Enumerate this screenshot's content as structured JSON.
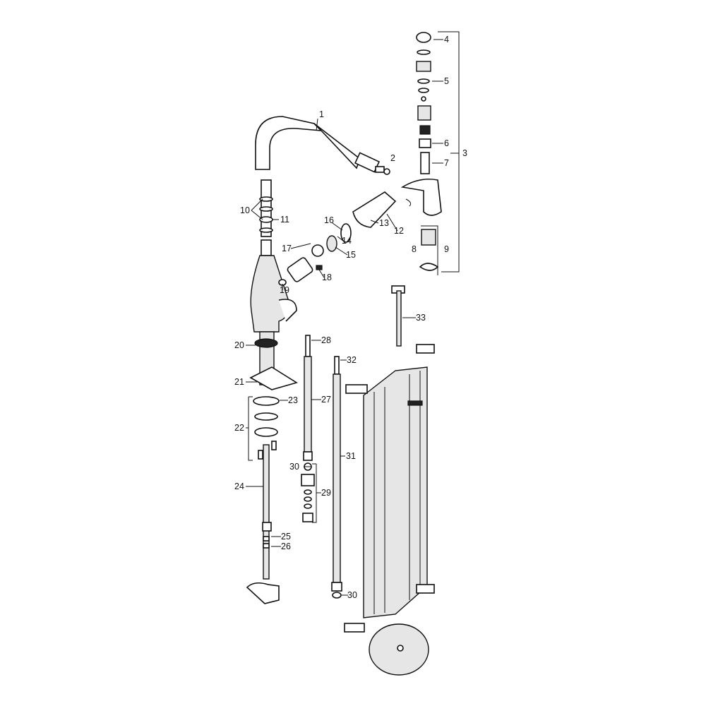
{
  "diagram": {
    "type": "exploded parts diagram",
    "callouts": [
      "1",
      "2",
      "3",
      "4",
      "5",
      "6",
      "7",
      "8",
      "9",
      "10",
      "11",
      "12",
      "13",
      "14",
      "15",
      "16",
      "17",
      "18",
      "19",
      "20",
      "21",
      "22",
      "23",
      "24",
      "25",
      "26",
      "27",
      "28",
      "29",
      "30",
      "30",
      "31",
      "32",
      "33"
    ]
  }
}
